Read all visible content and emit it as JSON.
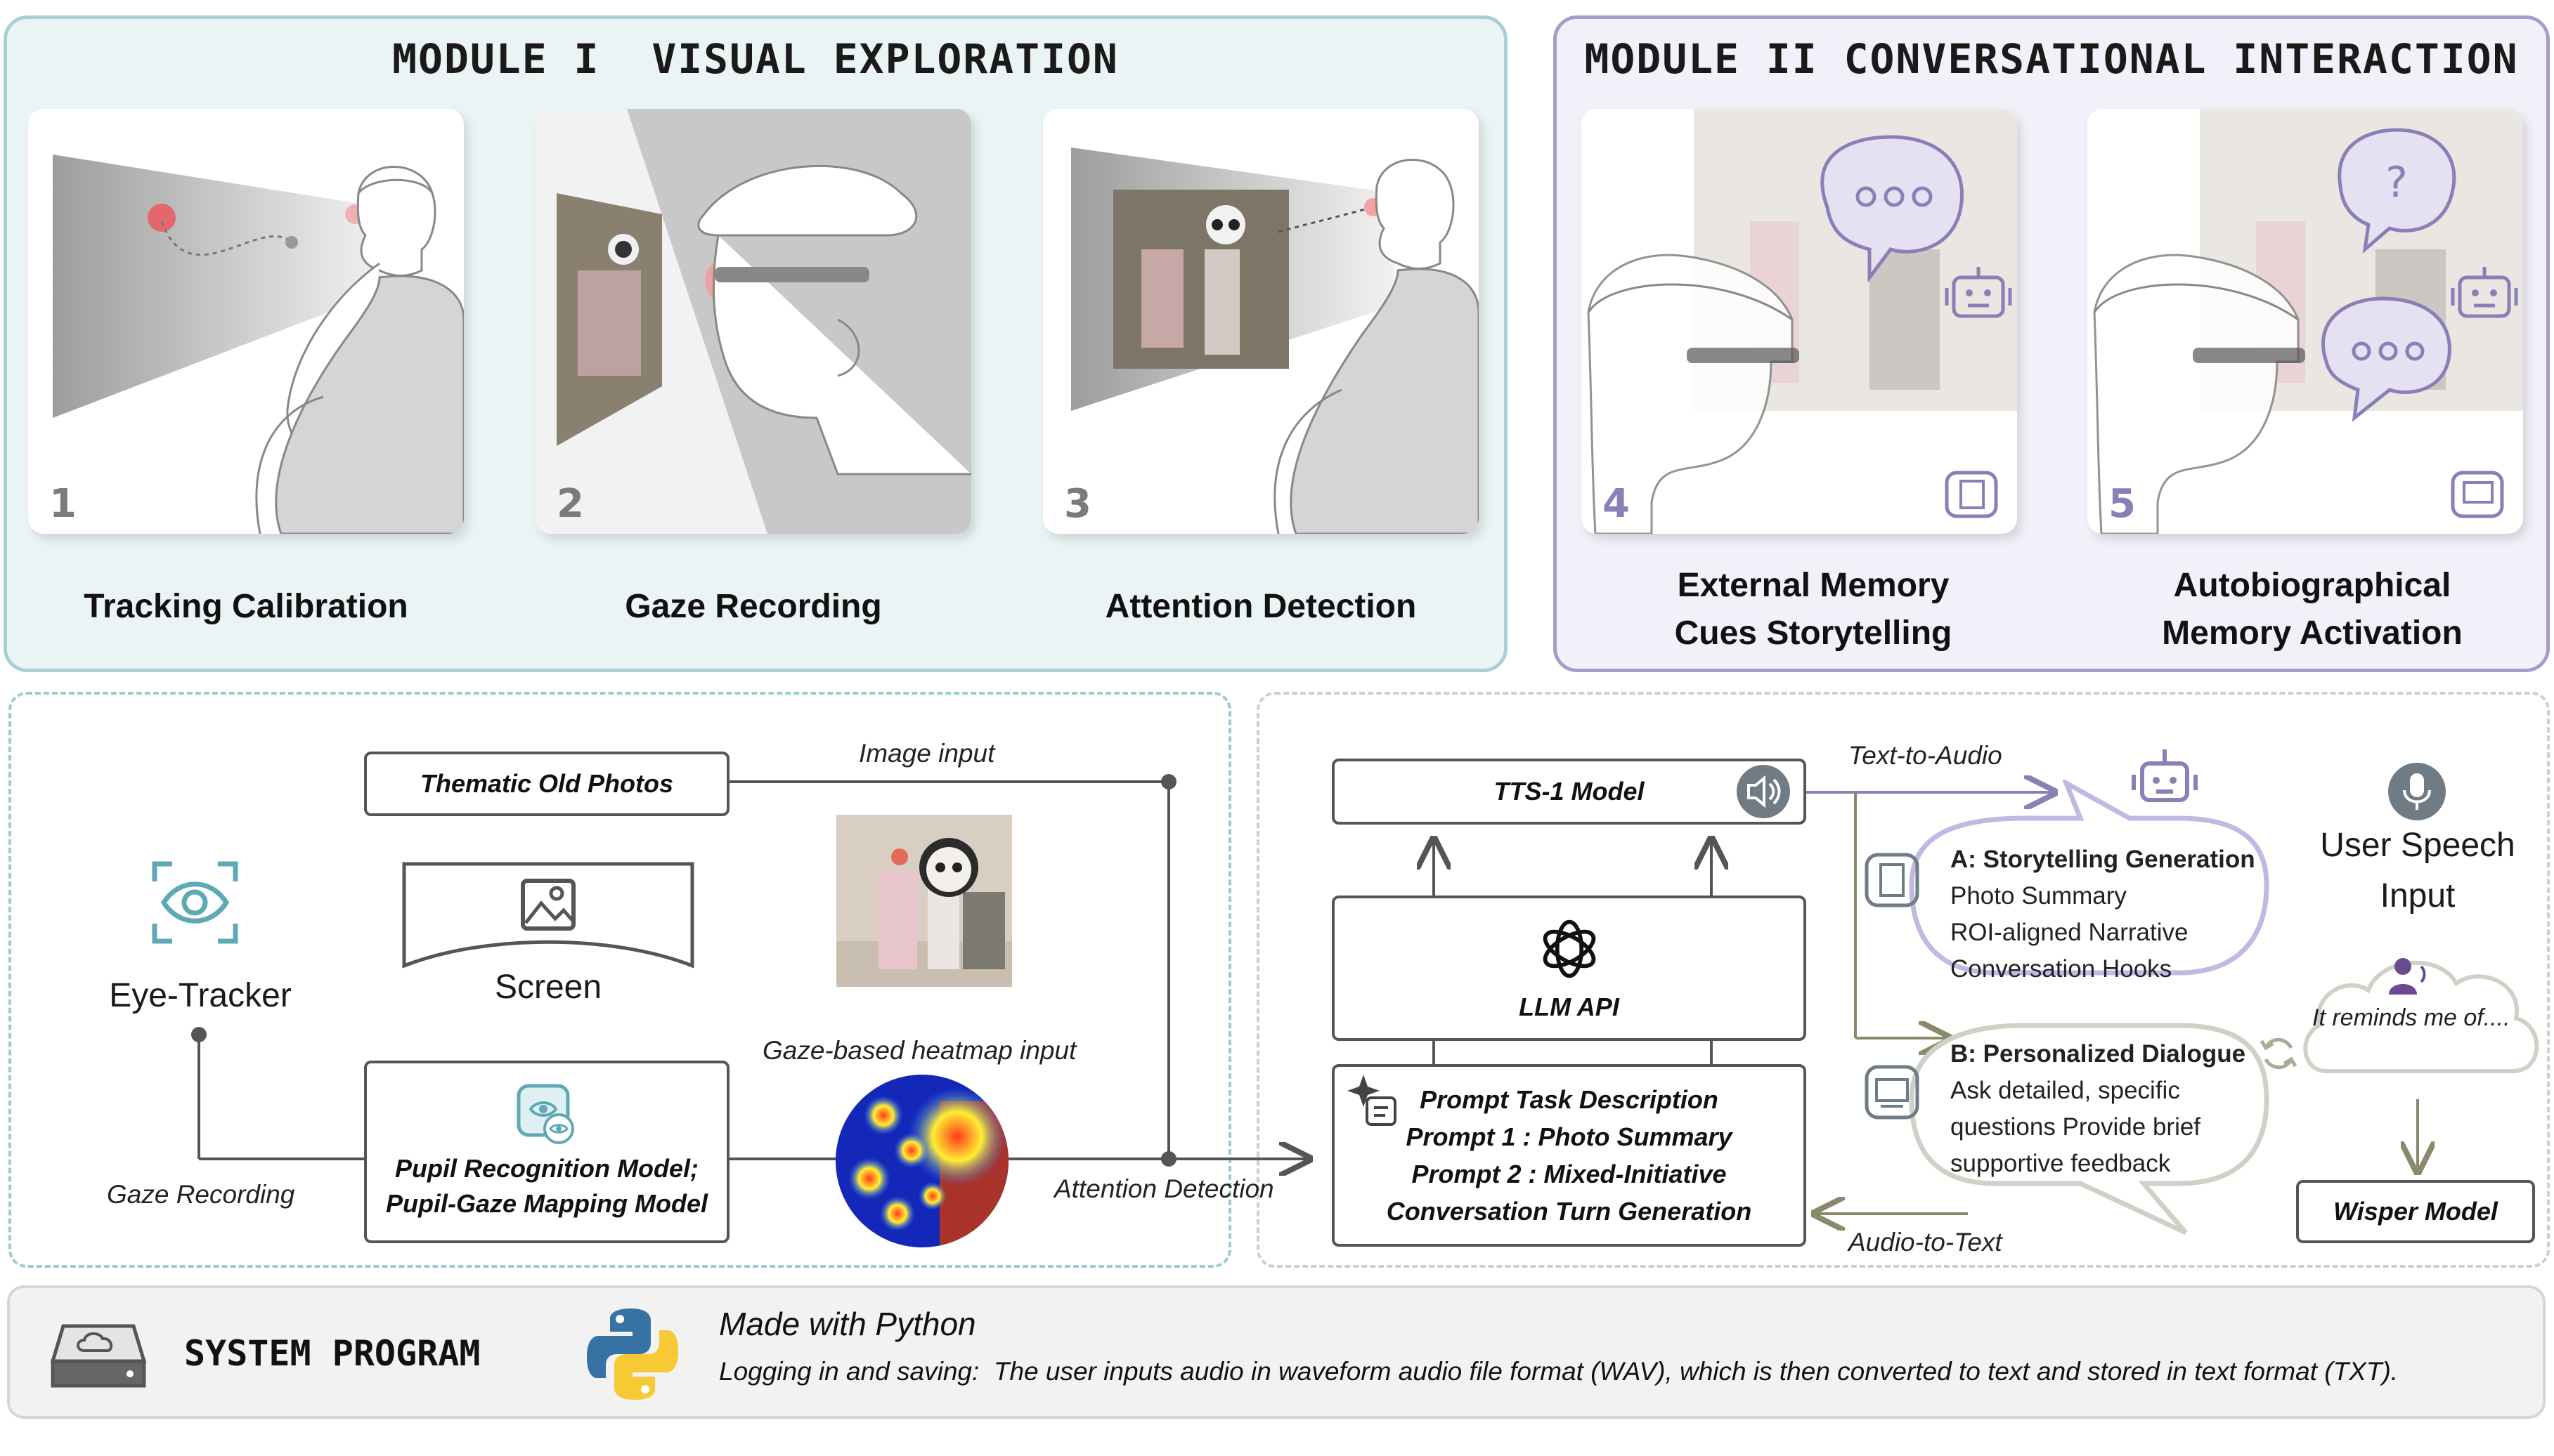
{
  "module1": {
    "title": "MODULE I  VISUAL EXPLORATION",
    "cards": [
      {
        "num": "1",
        "caption": "Tracking Calibration"
      },
      {
        "num": "2",
        "caption": "Gaze Recording"
      },
      {
        "num": "3",
        "caption": "Attention Detection"
      }
    ]
  },
  "module2": {
    "title": "MODULE II CONVERSATIONAL INTERACTION",
    "cards": [
      {
        "num": "4",
        "caption_line1": "External Memory",
        "caption_line2": "Cues Storytelling"
      },
      {
        "num": "5",
        "caption_line1": "Autobiographical",
        "caption_line2": "Memory Activation"
      }
    ]
  },
  "pipeline": {
    "eye_tracker": "Eye-Tracker",
    "thematic_photos": "Thematic Old Photos",
    "screen": "Screen",
    "image_input": "Image input",
    "heatmap_input": "Gaze-based heatmap input",
    "pupil_model_line1": "Pupil Recognition Model;",
    "pupil_model_line2": "Pupil-Gaze Mapping Model",
    "gaze_recording": "Gaze Recording",
    "attention_detection": "Attention Detection"
  },
  "llm": {
    "tts_model": "TTS-1 Model",
    "llm_api": "LLM API",
    "prompt_line1": "Prompt Task Description",
    "prompt_line2": "Prompt 1 : Photo Summary",
    "prompt_line3": "Prompt 2 : Mixed-Initiative",
    "prompt_line4": "Conversation Turn Generation",
    "text_to_audio": "Text-to-Audio",
    "audio_to_text": "Audio-to-Text",
    "bubble_a": {
      "title": "A: Storytelling Generation",
      "lines": [
        "Photo Summary",
        "ROI-aligned Narrative",
        "Conversation Hooks"
      ]
    },
    "bubble_b": {
      "title": "B: Personalized Dialogue",
      "lines": [
        "Ask detailed, specific",
        "questions Provide brief",
        "supportive feedback"
      ]
    },
    "user_speech_line1": "User Speech",
    "user_speech_line2": "Input",
    "user_quote": "It reminds me of....",
    "wisper_model": "Wisper Model"
  },
  "system": {
    "title": "SYSTEM PROGRAM",
    "made_with": "Made with Python",
    "logging_label": "Logging in and saving:",
    "logging_text": "The user inputs audio in waveform audio file format (WAV), which is then converted to text and stored in text format (TXT)."
  },
  "colors": {
    "teal": "#5fa9b4",
    "purple": "#8a7fb6",
    "module1_bg": "#eaf4f5",
    "module2_bg": "#f2f0f8",
    "python_blue": "#3772a4",
    "python_yellow": "#f7c935"
  }
}
